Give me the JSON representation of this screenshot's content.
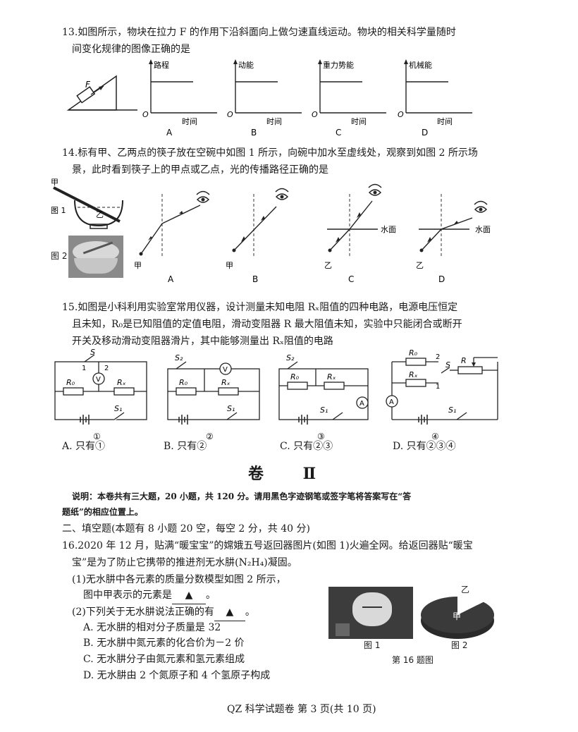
{
  "q13": {
    "line1": "13.如图所示，物块在拉力 F 的作用下沿斜面向上做匀速直线运动。物块的相关科学量随时",
    "line2": "间变化规律的图像正确的是",
    "force_label": "F",
    "graphs": [
      {
        "ylabel": "路程",
        "xlabel": "时间",
        "origin": "O",
        "option": "A"
      },
      {
        "ylabel": "动能",
        "xlabel": "时间",
        "origin": "O",
        "option": "B"
      },
      {
        "ylabel": "重力势能",
        "xlabel": "时间",
        "origin": "O",
        "option": "C"
      },
      {
        "ylabel": "机械能",
        "xlabel": "时间",
        "origin": "O",
        "option": "D"
      }
    ]
  },
  "q14": {
    "line1": "14.标有甲、乙两点的筷子放在空碗中如图 1 所示，向碗中加水至虚线处，观察到如图 2 所示场",
    "line2": "景，此时看到筷子上的甲点或乙点，光的传播路径正确的是",
    "fig1_label": "图 1",
    "fig2_label": "图 2",
    "point_jia": "甲",
    "point_yi": "乙",
    "water_label": "水面",
    "options": [
      "A",
      "B",
      "C",
      "D"
    ]
  },
  "q15": {
    "line1": "15.如图是小科利用实验室常用仪器，设计测量未知电阻 Rₓ阻值的四种电路，电源电压恒定",
    "line2": "且未知，R₀是已知阻值的定值电阻，滑动变阻器 R 最大阻值未知，实验中只能闭合或断开",
    "line3": "开关及移动滑动变阻器滑片，其中能够测量出 Rₓ阻值的电路",
    "circuit_nums": [
      "①",
      "②",
      "③",
      "④"
    ],
    "labels": {
      "S": "S",
      "S1": "S₁",
      "S2": "S₂",
      "R0": "R₀",
      "Rx": "Rₓ",
      "R": "R",
      "V": "V",
      "A": "A",
      "one": "1",
      "two": "2"
    },
    "answers": [
      "A. 只有①",
      "B. 只有②",
      "C. 只有②③",
      "D. 只有②③④"
    ]
  },
  "section2": {
    "title": "卷 Ⅱ",
    "note1": "说明：本卷共有三大题，20 小题，共 120 分。请用黑色字迹钢笔或签字笔将答案写在“答",
    "note2": "题纸”的相应位置上。",
    "part_title": "二、填空题(本题有 8 小题 20 空，每空 2 分，共 40 分)"
  },
  "q16": {
    "line1": "16.2020 年 12 月，贴满“暖宝宝”的嫦娥五号返回器图片(如图 1)火遍全网。给返回器贴“暖宝",
    "line2": "宝”是为了防止它携带的推进剂无水肼(N₂H₄)凝固。",
    "sub1a": "(1)无水肼中各元素的质量分数模型如图 2 所示，",
    "sub1b": "图中甲表示的元素是",
    "sub2": "(2)下列关于无水肼说法正确的有",
    "blank_marker": "▲",
    "period": "。",
    "choices": [
      "A. 无水肼的相对分子质量是 32",
      "B. 无水肼中氮元素的化合价为－2 价",
      "C. 无水肼分子由氮元素和氢元素组成",
      "D. 无水肼由 2 个氮原子和 4 个氢原子构成"
    ],
    "fig1_caption": "图 1",
    "fig2_caption": "图 2",
    "fig_title": "第 16 题图",
    "pie_jia": "甲",
    "pie_yi": "乙",
    "chart_data": {
      "type": "pie",
      "categories": [
        "甲",
        "乙"
      ],
      "values": [
        87.5,
        12.5
      ],
      "title": ""
    }
  },
  "footer": "QZ 科学试题卷 第 3 页(共 10 页)"
}
